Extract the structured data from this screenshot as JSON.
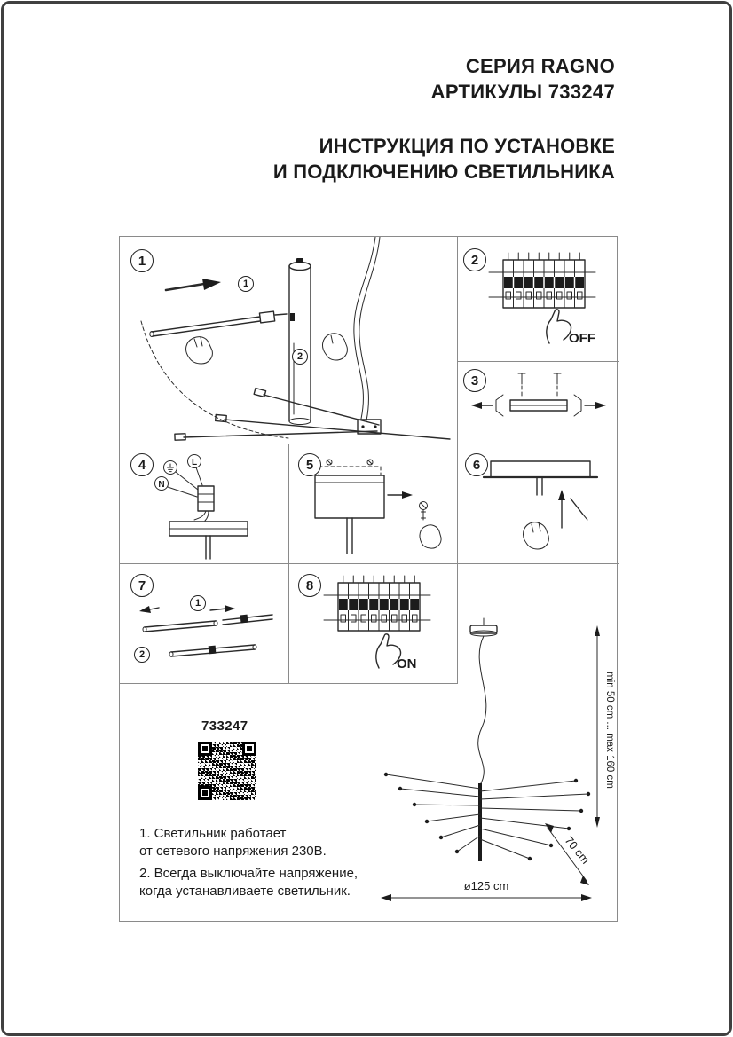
{
  "header": {
    "series": "СЕРИЯ RAGNO",
    "articles": "АРТИКУЛЫ 733247",
    "title_line1": "ИНСТРУКЦИЯ ПО УСТАНОВКЕ",
    "title_line2": "И ПОДКЛЮЧЕНИЮ СВЕТИЛЬНИКА"
  },
  "steps": {
    "s1": {
      "number": "1",
      "callout_1": "1",
      "callout_2": "2"
    },
    "s2": {
      "number": "2",
      "switch_label": "OFF"
    },
    "s3": {
      "number": "3"
    },
    "s4": {
      "number": "4",
      "terminal_n": "N",
      "terminal_l": "L"
    },
    "s5": {
      "number": "5"
    },
    "s6": {
      "number": "6"
    },
    "s7": {
      "number": "7",
      "callout_1": "1",
      "callout_2": "2"
    },
    "s8": {
      "number": "8",
      "switch_label": "ON"
    }
  },
  "product": {
    "article": "733247",
    "height_range_label": "min 50 cm ... max 160 cm",
    "depth_label": "70 cm",
    "diameter_label": "ø125 cm"
  },
  "notes": {
    "line1": "1. Светильник работает",
    "line2": "от сетевого напряжения 230В.",
    "line3": "2. Всегда выключайте напряжение,",
    "line4": "когда устанавливаете светильник."
  },
  "colors": {
    "ink": "#1b1b1b",
    "grid": "#8a8a8a"
  }
}
